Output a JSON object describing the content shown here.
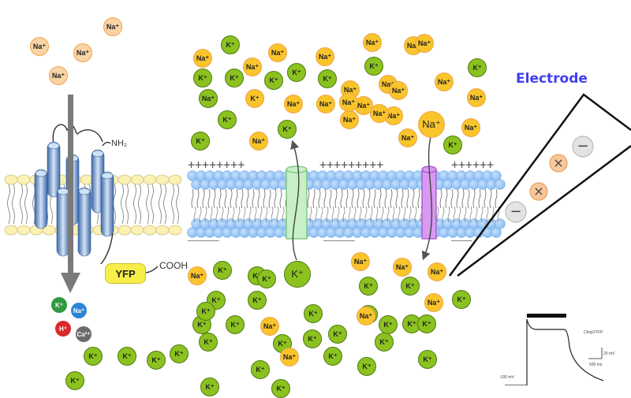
{
  "title": "Channelrhodopsin-2 (Chop2-YFP) ion flux across a membrane recorded with an electrode",
  "protein": {
    "n_terminus": "NH₂",
    "c_terminus": "COOH",
    "tag": "YFP"
  },
  "electrode": {
    "label": "Electrode",
    "charges": [
      "−",
      "×",
      "×",
      "−"
    ]
  },
  "membrane": {
    "outer_charges": [
      "++++++++",
      "+++++++++",
      "++++++"
    ],
    "inner_charges": [
      "——————",
      "——————",
      "————"
    ],
    "channels": [
      {
        "name": "potassium-channel",
        "color": "#c8f0c8",
        "ion": "K+",
        "direction": "out"
      },
      {
        "name": "sodium-channel",
        "color": "#d79af0",
        "ion": "Na+",
        "direction": "in"
      }
    ]
  },
  "colors": {
    "na": "#f9c52b",
    "na_light": "#f9d4a6",
    "k": "#8cc21f",
    "membrane_head": "#9ec9f7",
    "electrode_label": "#4040f0"
  },
  "legend_ions": [
    {
      "label": "K⁺",
      "color": "#2f9a3e"
    },
    {
      "label": "Na⁺",
      "color": "#2a86d4"
    },
    {
      "label": "H⁺",
      "color": "#d92a2a"
    },
    {
      "label": "Ca²⁺",
      "color": "#6b6b6b"
    }
  ],
  "left_na_ions": [
    {
      "label": "Na⁺"
    },
    {
      "label": "Na⁺"
    },
    {
      "label": "Na⁺"
    },
    {
      "label": "Na⁺"
    }
  ],
  "extracellular_ions": [
    {
      "type": "k",
      "label": "K⁺"
    },
    {
      "type": "na",
      "label": "Na⁺"
    },
    {
      "type": "na",
      "label": "Na⁺"
    },
    {
      "type": "na",
      "label": "Na⁺"
    },
    {
      "type": "na",
      "label": "Na⁺"
    },
    {
      "type": "na",
      "label": "Na⁺"
    },
    {
      "type": "k",
      "label": "K⁺"
    },
    {
      "type": "k",
      "label": "K⁺"
    },
    {
      "type": "k",
      "label": "K⁺"
    },
    {
      "type": "na",
      "label": "Na⁺"
    },
    {
      "type": "k",
      "label": "K⁺"
    },
    {
      "type": "k",
      "label": "K⁺"
    },
    {
      "type": "k",
      "label": "K⁺"
    },
    {
      "type": "na",
      "label": "Na⁺"
    },
    {
      "type": "na",
      "label": "Na⁺"
    },
    {
      "type": "na",
      "label": "Na⁺"
    },
    {
      "type": "na",
      "label": "Na⁺"
    },
    {
      "type": "na",
      "label": "Na⁺"
    },
    {
      "type": "k",
      "label": "K⁺"
    },
    {
      "type": "na",
      "label": "Na⁺"
    },
    {
      "type": "na",
      "label": "Na⁺"
    },
    {
      "type": "na",
      "label": "Na⁺"
    },
    {
      "type": "na",
      "label": "Na⁺"
    },
    {
      "type": "na",
      "label": "Na⁺"
    },
    {
      "type": "k",
      "label": "K⁺"
    },
    {
      "type": "k",
      "label": "K⁺"
    },
    {
      "type": "na",
      "label": "Na⁺"
    },
    {
      "type": "k",
      "label": "K⁺"
    },
    {
      "type": "na",
      "label": "Na⁺"
    },
    {
      "type": "na",
      "label": "Na⁺"
    },
    {
      "type": "na",
      "label": "Na⁺"
    },
    {
      "type": "k",
      "label": "K⁺"
    },
    {
      "type": "na",
      "label": "Na⁺"
    },
    {
      "type": "na",
      "label": "Na⁺"
    },
    {
      "type": "na",
      "label": "Na⁺"
    }
  ],
  "intracellular_ions": [
    {
      "type": "na",
      "label": "Na⁺"
    },
    {
      "type": "k",
      "label": "K⁺"
    },
    {
      "type": "k",
      "label": "K⁺"
    },
    {
      "type": "k",
      "label": "K⁺"
    },
    {
      "type": "k",
      "label": "K⁺"
    },
    {
      "type": "k",
      "label": "K⁺"
    },
    {
      "type": "k",
      "label": "K⁺"
    },
    {
      "type": "k",
      "label": "K⁺"
    },
    {
      "type": "na",
      "label": "Na⁺"
    },
    {
      "type": "k",
      "label": "K⁺"
    },
    {
      "type": "k",
      "label": "K⁺"
    },
    {
      "type": "k",
      "label": "K⁺"
    },
    {
      "type": "k",
      "label": "K⁺"
    },
    {
      "type": "k",
      "label": "K⁺"
    },
    {
      "type": "na",
      "label": "Na⁺"
    },
    {
      "type": "k",
      "label": "K⁺"
    },
    {
      "type": "k",
      "label": "K⁺"
    },
    {
      "type": "k",
      "label": "K⁺"
    },
    {
      "type": "na",
      "label": "Na⁺"
    },
    {
      "type": "na",
      "label": "Na⁺"
    },
    {
      "type": "na",
      "label": "Na⁺"
    },
    {
      "type": "k",
      "label": "K⁺"
    },
    {
      "type": "k",
      "label": "K⁺"
    },
    {
      "type": "na",
      "label": "Na⁺"
    },
    {
      "type": "k",
      "label": "K⁺"
    },
    {
      "type": "k",
      "label": "K⁺"
    },
    {
      "type": "k",
      "label": "K⁺"
    },
    {
      "type": "k",
      "label": "K⁺"
    },
    {
      "type": "na",
      "label": "Na⁺"
    },
    {
      "type": "k",
      "label": "K⁺"
    },
    {
      "type": "k",
      "label": "K⁺"
    },
    {
      "type": "k",
      "label": "K⁺"
    },
    {
      "type": "k",
      "label": "K⁺"
    },
    {
      "type": "k",
      "label": "K⁺"
    },
    {
      "type": "k",
      "label": "K⁺"
    },
    {
      "type": "k",
      "label": "K⁺"
    },
    {
      "type": "k",
      "label": "K⁺"
    },
    {
      "type": "k",
      "label": "K⁺"
    },
    {
      "type": "k",
      "label": "K⁺"
    },
    {
      "type": "k",
      "label": "K⁺"
    }
  ],
  "moving_ions": [
    {
      "type": "k",
      "label": "K⁺",
      "role": "exiting-k-ion"
    },
    {
      "type": "na",
      "label": "Na⁺",
      "role": "entering-na-ion"
    },
    {
      "type": "k",
      "label": "K⁺",
      "role": "exited-k-ion-small"
    }
  ],
  "trace": {
    "label": "Chop2YFP",
    "scale_voltage": "20 mV",
    "scale_time": "500 ms",
    "baseline": "-100 mV"
  }
}
